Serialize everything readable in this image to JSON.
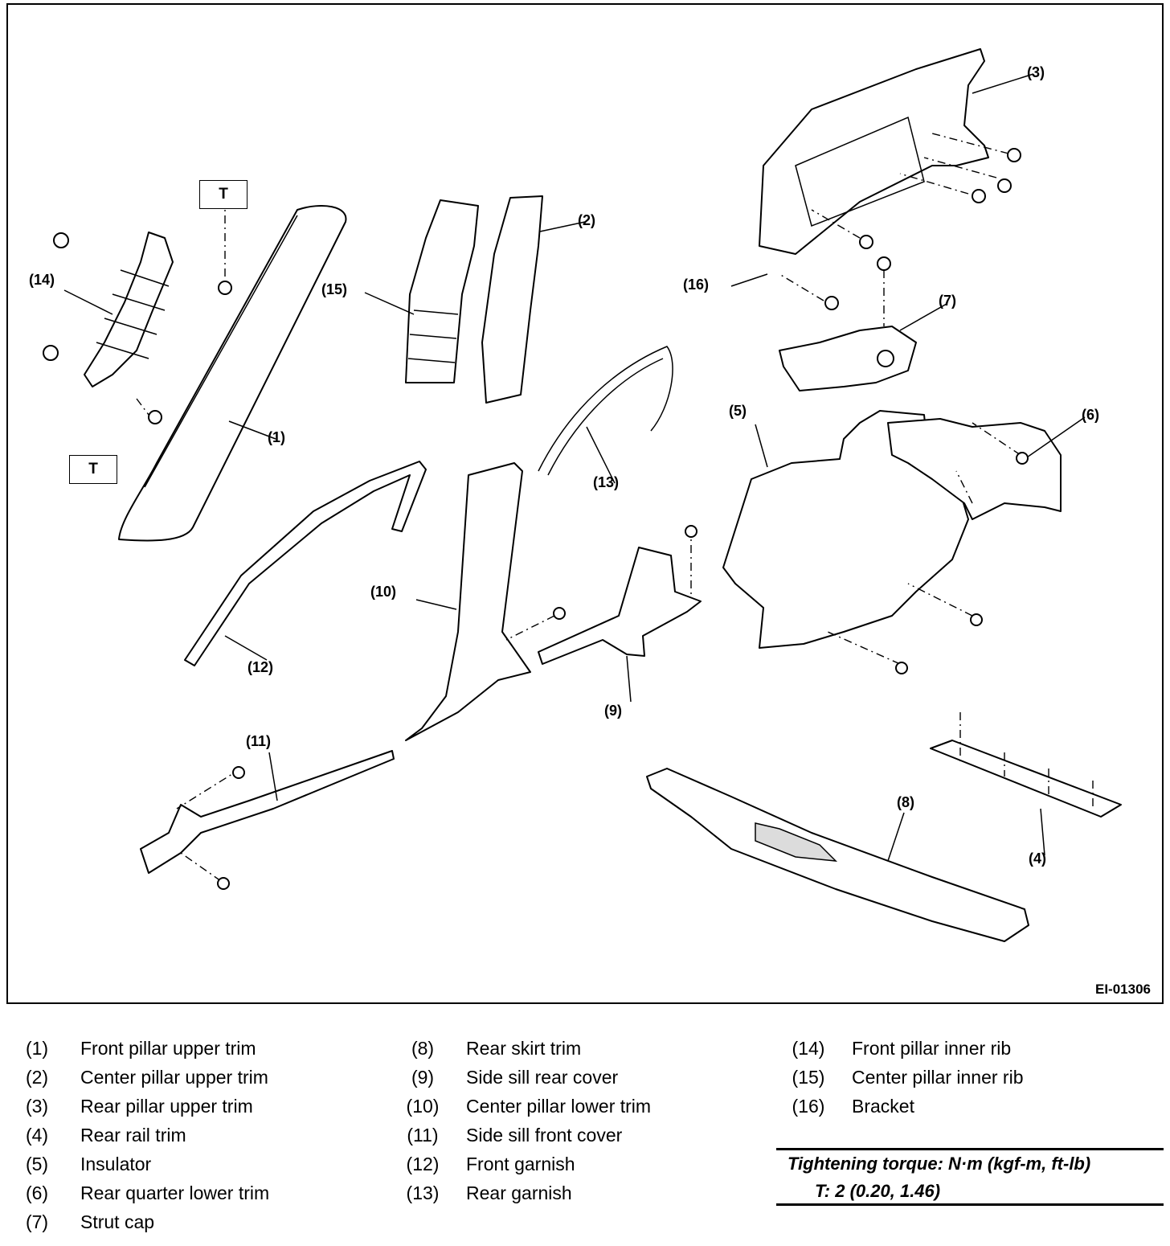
{
  "diagram": {
    "figure_id": "EI-01306",
    "torque_marker": "T",
    "callouts": [
      "(1)",
      "(2)",
      "(3)",
      "(4)",
      "(5)",
      "(6)",
      "(7)",
      "(8)",
      "(9)",
      "(10)",
      "(11)",
      "(12)",
      "(13)",
      "(14)",
      "(15)",
      "(16)"
    ]
  },
  "legend": {
    "column1": [
      {
        "num": "(1)",
        "label": "Front pillar upper trim"
      },
      {
        "num": "(2)",
        "label": "Center pillar upper trim"
      },
      {
        "num": "(3)",
        "label": "Rear pillar upper trim"
      },
      {
        "num": "(4)",
        "label": "Rear rail trim"
      },
      {
        "num": "(5)",
        "label": "Insulator"
      },
      {
        "num": "(6)",
        "label": "Rear quarter lower trim"
      },
      {
        "num": "(7)",
        "label": "Strut cap"
      }
    ],
    "column2": [
      {
        "num": "(8)",
        "label": "Rear skirt trim"
      },
      {
        "num": "(9)",
        "label": "Side sill rear cover"
      },
      {
        "num": "(10)",
        "label": "Center pillar lower trim"
      },
      {
        "num": "(11)",
        "label": "Side sill front cover"
      },
      {
        "num": "(12)",
        "label": "Front garnish"
      },
      {
        "num": "(13)",
        "label": "Rear garnish"
      }
    ],
    "column3": [
      {
        "num": "(14)",
        "label": "Front pillar inner rib"
      },
      {
        "num": "(15)",
        "label": "Center pillar inner rib"
      },
      {
        "num": "(16)",
        "label": "Bracket"
      }
    ]
  },
  "torque": {
    "title": "Tightening torque: N·m (kgf-m, ft-lb)",
    "value": "T:   2 (0.20, 1.46)"
  }
}
